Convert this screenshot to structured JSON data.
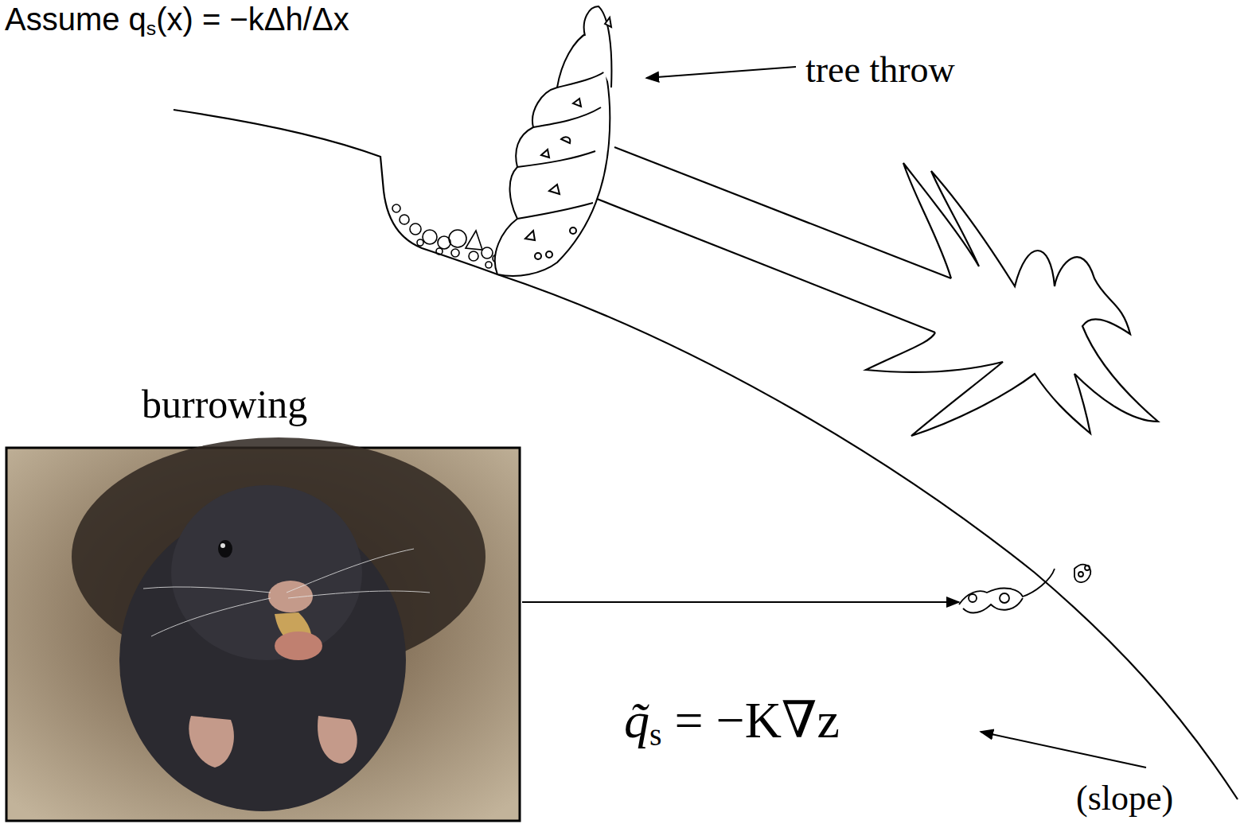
{
  "diagram": {
    "labels": [
      "Assume q",
      "s",
      "(x) = −kΔh/Δx",
      "tree throw",
      "burrowing",
      "q̃",
      "s",
      " = −K∇z",
      "(slope)"
    ]
  }
}
